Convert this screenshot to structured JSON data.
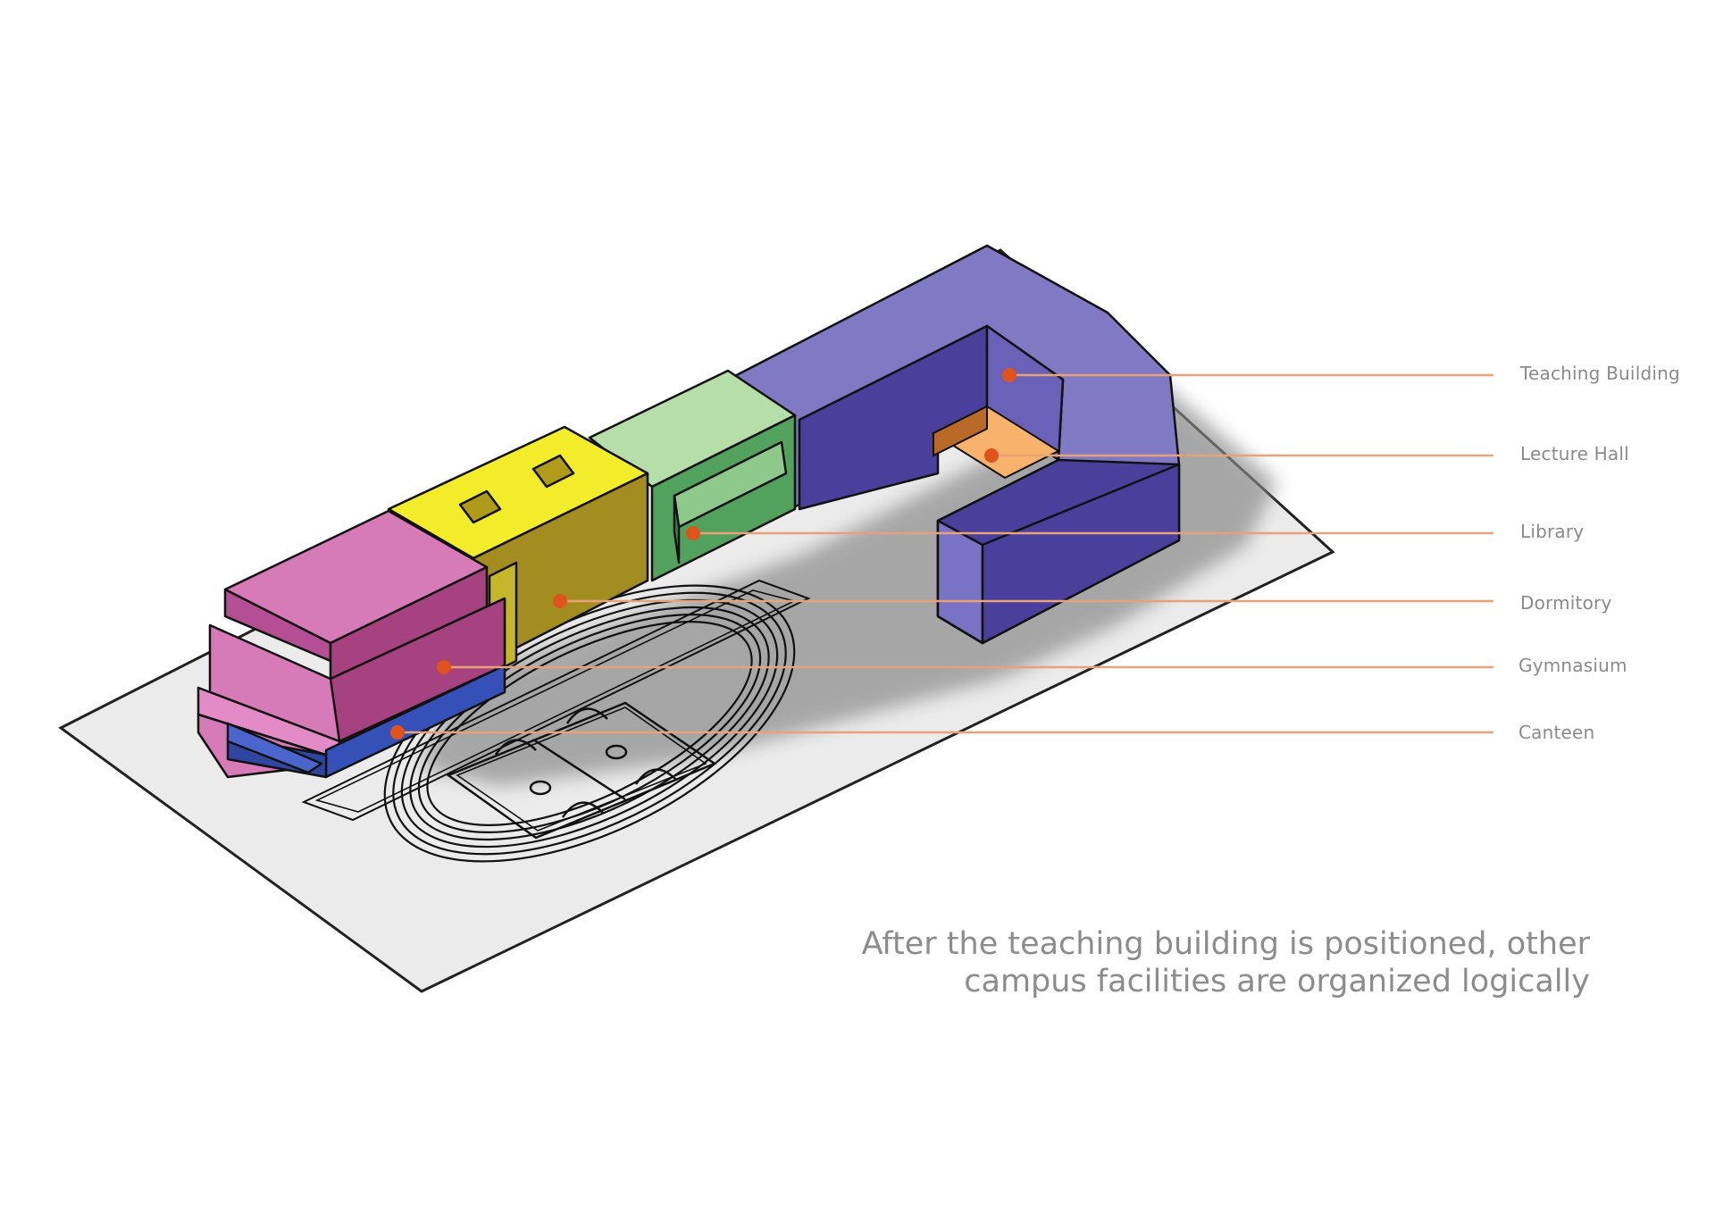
{
  "labels": [
    {
      "id": "teaching-building",
      "text": "Teaching Building"
    },
    {
      "id": "lecture-hall",
      "text": "Lecture Hall"
    },
    {
      "id": "library",
      "text": "Library"
    },
    {
      "id": "dormitory",
      "text": "Dormitory"
    },
    {
      "id": "gymnasium",
      "text": "Gymnasium"
    },
    {
      "id": "canteen",
      "text": "Canteen"
    }
  ],
  "caption": {
    "line1": "After the teaching building is positioned, other",
    "line2": "campus facilities are organized logically"
  },
  "colors": {
    "leader_line": "#e8a27a",
    "marker": "#e0531c",
    "teaching_building": "#7b73c4",
    "lecture_hall": "#f7b26c",
    "library": "#b5dea8",
    "dormitory": "#f2ec2a",
    "gymnasium": "#d77ab8",
    "canteen": "#3551b8",
    "ground": "#ebebeb"
  }
}
